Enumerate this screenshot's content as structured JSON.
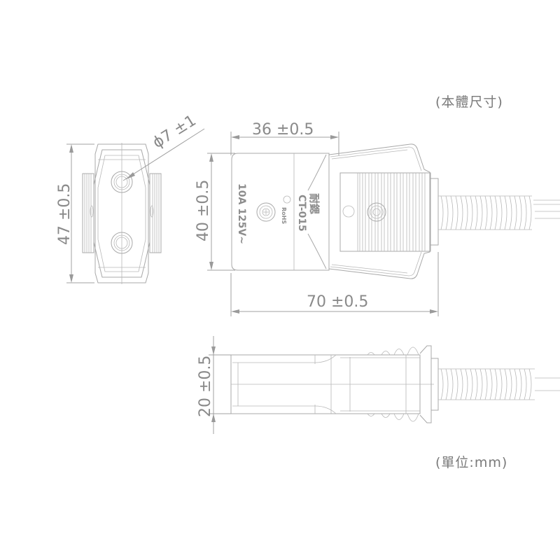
{
  "labels": {
    "view_title": "(本體尺寸)",
    "unit_note": "(單位:mm)"
  },
  "dimensions": {
    "hole_diameter": {
      "symbol": "ϕ",
      "value": "7",
      "tolerance": "±1"
    },
    "end_height": {
      "value": "47",
      "tolerance": "±0.5"
    },
    "body_width": {
      "value": "36",
      "tolerance": "±0.5"
    },
    "body_height": {
      "value": "40",
      "tolerance": "±0.5"
    },
    "total_length": {
      "value": "70",
      "tolerance": "±0.5"
    },
    "thickness": {
      "value": "20",
      "tolerance": "±0.5"
    }
  },
  "markings": {
    "rating": "10A 125V~",
    "model": "CT-015",
    "brand": "耐鍶",
    "cert": "RoHS"
  },
  "colors": {
    "line": "#a8a8a8",
    "text": "#8a8a8a",
    "background": "#ffffff"
  }
}
